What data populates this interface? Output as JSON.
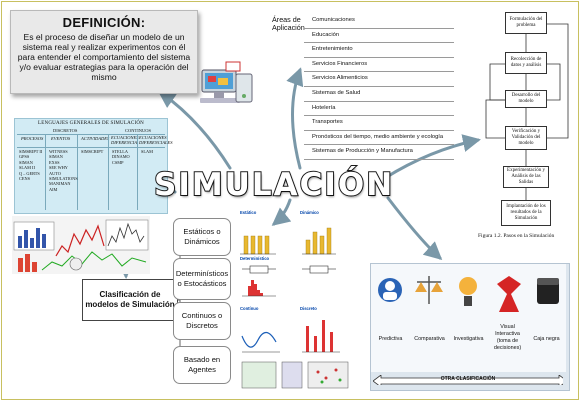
{
  "title": "SIMULACIÓN",
  "definition": {
    "heading": "DEFINICIÓN:",
    "text": "Es el proceso de diseñar un modelo de un sistema real y realizar experimentos con él para entender el comportamiento del sistema y/o evaluar estrategias para la operación del mismo"
  },
  "languages": {
    "title": "LENGUAJES GENERALES DE SIMULACIÓN",
    "group_discrete": "DISCRETOS",
    "group_continuous": "CONTINUOS",
    "headers": [
      "PROCESOS",
      "EVENTOS",
      "ACTIVIDADES",
      "ECUACIONES DIFERENCIA",
      "ECUACIONES DIFERENCIALES"
    ],
    "procesos": [
      "SIMSRIPT II",
      "GPSS",
      "SIMAN",
      "SLAM II",
      "Q – GERTS",
      "CENS"
    ],
    "eventos": [
      "WITNESS",
      "SIMAN",
      "EXSS",
      "SEE WHY",
      "AUTO",
      "SIMULATIONS",
      "MANIMAN",
      "AIM"
    ],
    "actividades": [
      "SIMSCRIPT"
    ],
    "ec_diferencia": [
      "STELLA",
      "DINAMO",
      "CSMP"
    ],
    "ec_diferenciales": [
      "SLAM"
    ]
  },
  "areas": {
    "label": "Áreas de Aplicación",
    "items": [
      "Comunicaciones",
      "Educación",
      "Entretenimiento",
      "Servicios Financieros",
      "Servicios Alimenticios",
      "Sistemas de Salud",
      "Hotelería",
      "Transportes",
      "Pronósticos del tiempo, medio ambiente y ecología",
      "Sistemas de Producción y Manufactura"
    ]
  },
  "steps": {
    "items": [
      "Formulación del problema",
      "Recolección de datos y análisis",
      "Desarrollo del modelo",
      "Verificación y Validación del modelo",
      "Experimentación y Análisis de las Salidas",
      "Implantación de los resultados de la Simulación"
    ],
    "caption": "Figura 1.2. Pasos en la Simulación"
  },
  "classification": {
    "title": "Clasificación de modelos de Simulación",
    "types": [
      "Estáticos o Dinámicos",
      "Determinísticos o Estocásticos",
      "Continuos o Discretos",
      "Basado en Agentes"
    ],
    "mini_labels": [
      "Estático",
      "Dinámico",
      "Determinístico",
      "Contínuo",
      "Discreto"
    ]
  },
  "other_classification": {
    "items": [
      "Predictiva",
      "Comparativa",
      "Investigativa",
      "Visual Interactiva (toma de decisiones)",
      "Caja negra"
    ],
    "footer": "OTRA CLASIFICACIÓN"
  }
}
